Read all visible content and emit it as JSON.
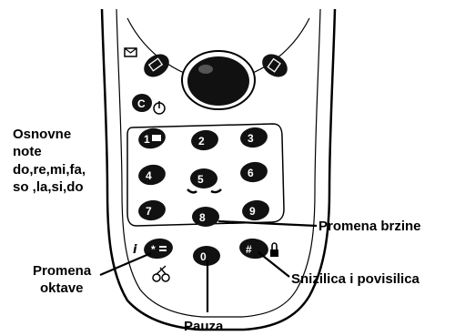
{
  "annotations": {
    "notes_line1": "Osnovne",
    "notes_line2": "note",
    "notes_line3": "do,re,mi,fa,",
    "notes_line4": "so ,la,si,do",
    "tempo": "Promena brzine",
    "octave_line1": "Promena",
    "octave_line2": "oktave",
    "flat_sharp": "Snizilica i povisilica",
    "pause": "Pauza"
  },
  "keys": {
    "k1": "1",
    "k2": "2",
    "k3": "3",
    "k4": "4",
    "k5": "5",
    "k6": "6",
    "k7": "7",
    "k8": "8",
    "k9": "9",
    "k0": "0",
    "star": "*",
    "hash": "#",
    "clear": "C"
  },
  "icons": {
    "left_soft": "envelope-icon",
    "right_soft": "phonebook-icon",
    "navigator": "navigation-key",
    "clear_side": "power-icon",
    "star_side": "info-icon",
    "hash_side": "lock-icon",
    "bottom": "scissors-icon"
  }
}
